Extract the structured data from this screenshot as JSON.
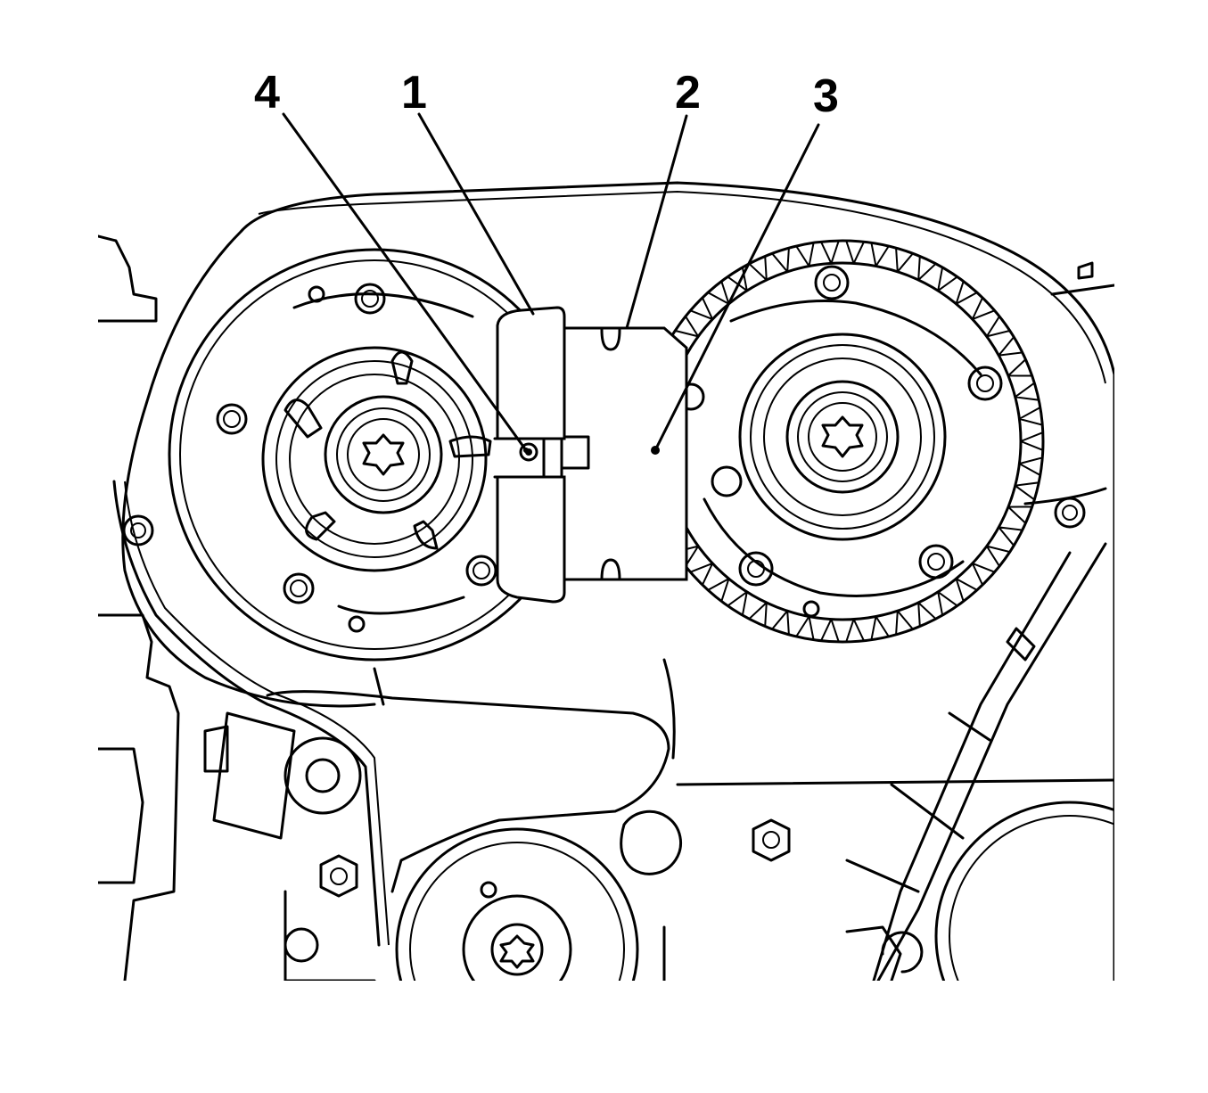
{
  "callouts": [
    {
      "id": "4",
      "label": "4"
    },
    {
      "id": "1",
      "label": "1"
    },
    {
      "id": "2",
      "label": "2"
    },
    {
      "id": "3",
      "label": "3"
    }
  ]
}
